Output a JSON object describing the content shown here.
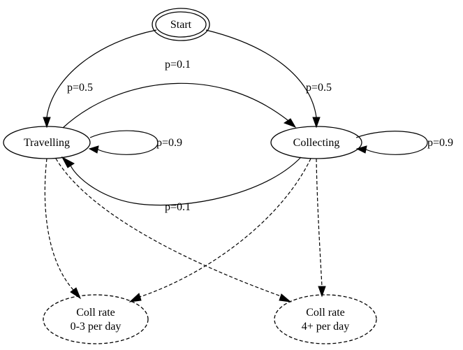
{
  "nodes": {
    "start": "Start",
    "travelling": "Travelling",
    "collecting": "Collecting",
    "low_rate": [
      "Coll rate",
      "0-3 per day"
    ],
    "high_rate": [
      "Coll rate",
      "4+ per day"
    ]
  },
  "edges": {
    "start_to_travelling": "p=0.5",
    "start_to_collecting": "p=0.5",
    "travelling_to_collecting": "p=0.1",
    "collecting_to_travelling": "p=0.1",
    "travelling_self": "p=0.9",
    "collecting_self": "p=0.9"
  }
}
